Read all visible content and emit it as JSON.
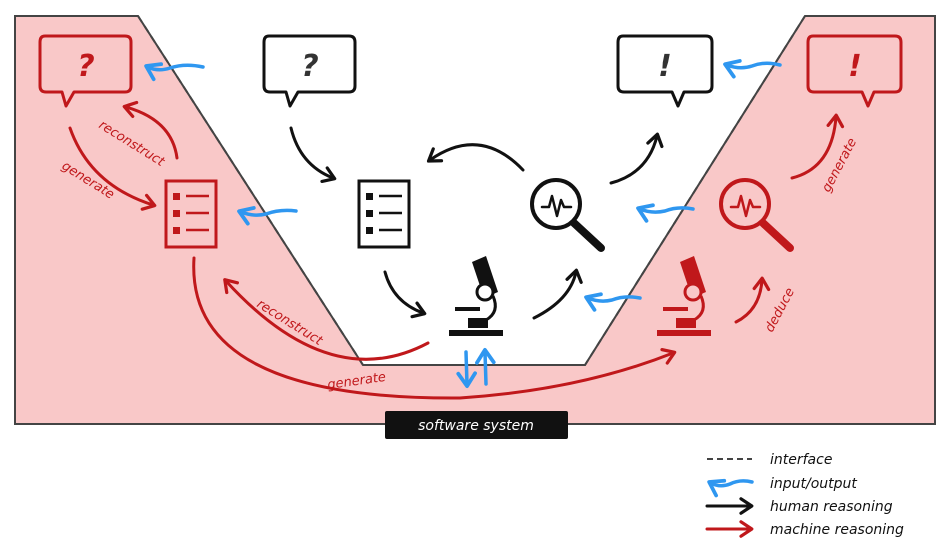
{
  "labels": {
    "software_system": "software system",
    "reconstruct_top": "reconstruct",
    "generate_top": "generate",
    "reconstruct_bottom": "reconstruct",
    "generate_bottom": "generate",
    "generate_right": "generate",
    "deduce": "deduce"
  },
  "glyphs": {
    "question": "?",
    "exclamation": "!"
  },
  "legend": {
    "items": [
      {
        "label": "interface",
        "style": "dashed"
      },
      {
        "label": "input/output",
        "style": "blue"
      },
      {
        "label": "human reasoning",
        "style": "black"
      },
      {
        "label": "machine reasoning",
        "style": "red"
      }
    ]
  },
  "colors": {
    "machine_fill": "#f9c8c8",
    "machine": "#c0181b",
    "io": "#2f97f0",
    "human": "#111111",
    "interface": "#555555"
  }
}
